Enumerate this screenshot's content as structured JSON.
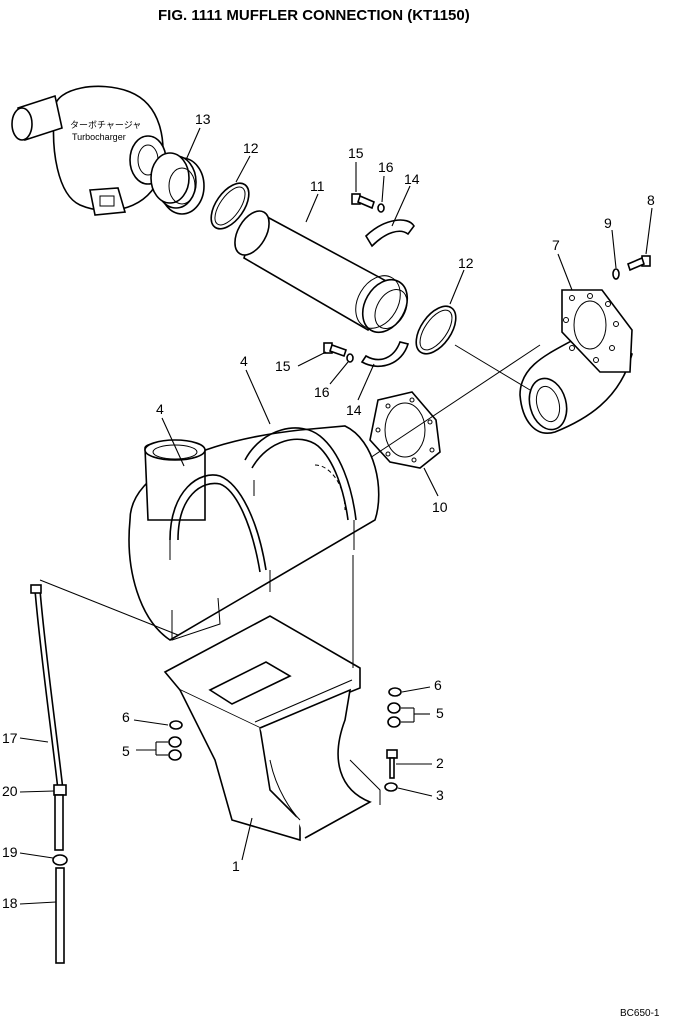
{
  "title": "FIG. 1111   MUFFLER CONNECTION (KT1150)",
  "turbocharger": {
    "label_jp": "ターボチャージャ",
    "label_en": "Turbocharger"
  },
  "callouts": {
    "c1": "1",
    "c2": "2",
    "c3": "3",
    "c4a": "4",
    "c4b": "4",
    "c5a": "5",
    "c5b": "5",
    "c6a": "6",
    "c6b": "6",
    "c7": "7",
    "c8": "8",
    "c9": "9",
    "c10": "10",
    "c11": "11",
    "c12a": "12",
    "c12b": "12",
    "c13": "13",
    "c14a": "14",
    "c14b": "14",
    "c15a": "15",
    "c15b": "15",
    "c16a": "16",
    "c16b": "16",
    "c17": "17",
    "c18": "18",
    "c19": "19",
    "c20": "20"
  },
  "page_code": "BC650-1"
}
